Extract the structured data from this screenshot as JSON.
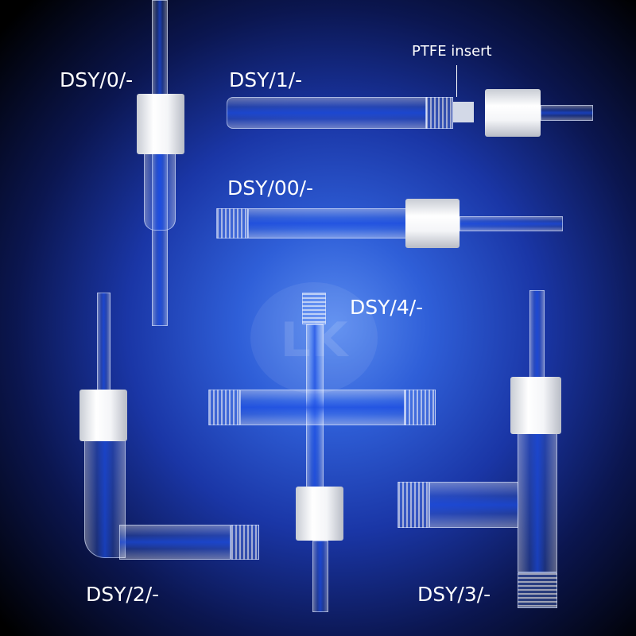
{
  "labels": {
    "dsy0": "DSY/0/-",
    "dsy1": "DSY/1/-",
    "ptfe": "PTFE insert",
    "dsy00": "DSY/00/-",
    "dsy4": "DSY/4/-",
    "dsy2": "DSY/2/-",
    "dsy3": "DSY/3/-"
  },
  "watermark": "LK"
}
